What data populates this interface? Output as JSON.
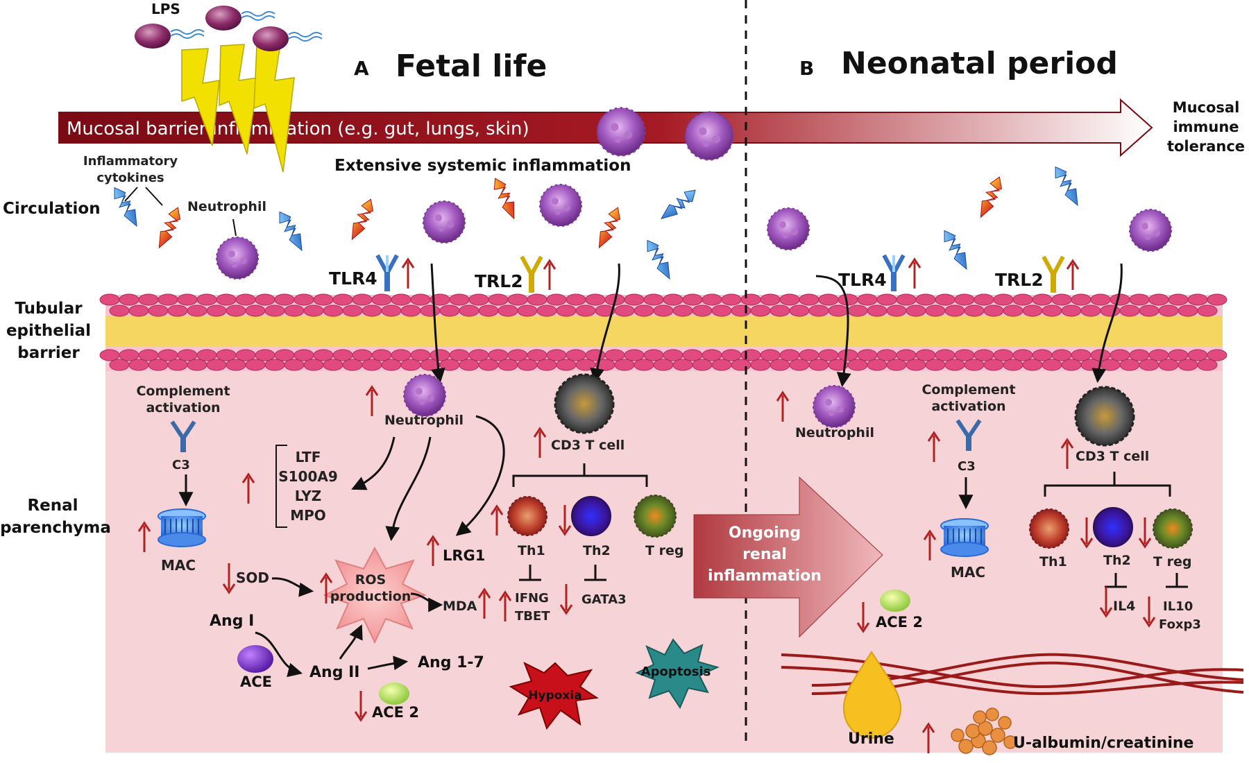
{
  "headers": {
    "panel_a_letter": "A",
    "panel_a_title": "Fetal life",
    "panel_b_letter": "B",
    "panel_b_title": "Neonatal period"
  },
  "top": {
    "lps": "LPS",
    "arrow_text": "Mucosal barrier inflammation (e.g. gut, lungs, skin)",
    "tolerance": [
      "Mucosal",
      "immune",
      "tolerance"
    ],
    "systemic": "Extensive systemic inflammation"
  },
  "row_labels": {
    "circulation": "Circulation",
    "tubular": [
      "Tubular",
      "epithelial",
      "barrier"
    ],
    "renal": [
      "Renal",
      "parenchyma"
    ]
  },
  "circulation": {
    "cytokines": [
      "Inflammatory",
      "cytokines"
    ],
    "neutrophil": "Neutrophil",
    "tlr4_a": "TLR4",
    "trl2_a": "TRL2",
    "tlr4_b": "TLR4",
    "trl2_b": "TRL2"
  },
  "fetal": {
    "complement": [
      "Complement",
      "activation"
    ],
    "c3": "C3",
    "mac": "MAC",
    "neutrophil": "Neutrophil",
    "markers": [
      "LTF",
      "S100A9",
      "LYZ",
      "MPO"
    ],
    "lrg1": "LRG1",
    "cd3": "CD3 T cell",
    "th1": "Th1",
    "th2": "Th2",
    "treg": "T reg",
    "ifng": "IFNG",
    "tbet": "TBET",
    "gata3": "GATA3",
    "sod": "SOD",
    "ros": [
      "ROS",
      "production"
    ],
    "mda": "MDA",
    "ang1": "Ang I",
    "ang2": "Ang II",
    "ang17": "Ang 1-7",
    "ace": "ACE",
    "ace2": "ACE 2",
    "hypoxia": "Hypoxia",
    "apoptosis": "Apoptosis"
  },
  "ongoing": [
    "Ongoing",
    "renal",
    "inflammation"
  ],
  "neonatal": {
    "neutrophil": "Neutrophil",
    "complement": [
      "Complement",
      "activation"
    ],
    "c3": "C3",
    "mac": "MAC",
    "cd3": "CD3 T cell",
    "th1": "Th1",
    "th2": "Th2",
    "treg": "T reg",
    "il4": "IL4",
    "il10": "IL10",
    "foxp3": "Foxp3",
    "ace2": "ACE 2",
    "urine": "Urine",
    "ualb": "U-albumin/creatinine"
  },
  "colors": {
    "up_down_arrow": "#b22222",
    "mucosal_arrow": "#8b0d16",
    "tissue_bg": "#f6d3d6",
    "barrier_pink": "#e0457a",
    "barrier_yellow": "#f5d660",
    "neutrophil": "#9b4fb5",
    "receptor_blue": "#4a80c8",
    "receptor_yellow": "#d8b800"
  }
}
